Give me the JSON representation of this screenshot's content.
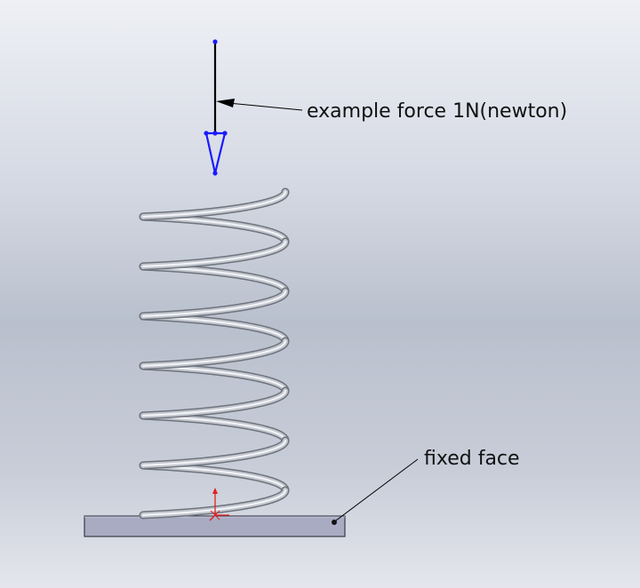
{
  "annotations": {
    "force_label": "example force 1N(newton)",
    "fixed_face_label": "fixed face"
  },
  "colors": {
    "background_top": "#eef0f5",
    "background_mid": "#b9c0cd",
    "spring_wire": "#6e737c",
    "spring_highlight": "#f4f5f8",
    "base_plate": "#a9abc2",
    "force_shaft": "#000000",
    "force_arrowhead": "#1a1aff",
    "triad": "#e02020"
  },
  "model": {
    "spring_turns": 6.5,
    "force_magnitude_newton": 1
  }
}
